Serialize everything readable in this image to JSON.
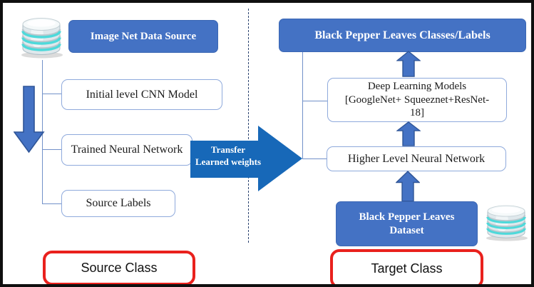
{
  "source": {
    "datasource": "Image Net Data Source",
    "boxes": [
      "Initial level CNN Model",
      "Trained Neural Network",
      "Source Labels"
    ],
    "class_label": "Source Class"
  },
  "transfer": {
    "lines": [
      "Transfer",
      "Learned weights"
    ]
  },
  "target": {
    "classes": "Black Pepper Leaves Classes/Labels",
    "models_lines": [
      "Deep Learning Models",
      "[GoogleNet+ Squeeznet+ResNet-",
      "18]"
    ],
    "network": "Higher Level Neural Network",
    "dataset_lines": [
      "Black Pepper Leaves",
      "Dataset"
    ],
    "class_label": "Target Class"
  },
  "icons": {
    "source_datasource_icon": "database-icon",
    "target_dataset_icon": "database-icon"
  },
  "colors": {
    "accent_blue": "#4472C4",
    "transfer_arrow_blue": "#1768B8",
    "white_box_border": "#8FAADC",
    "connector_blue": "#7291C9",
    "divider_navy": "#2C4470",
    "red_border": "#E9211D",
    "db_ring_cyan": "#4ED9DA"
  }
}
